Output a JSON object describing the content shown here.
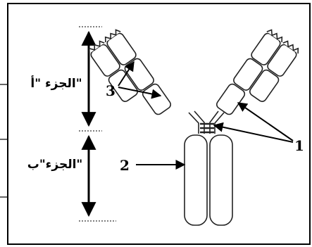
{
  "labels": {
    "part_a": "الجزء \"أ\"",
    "part_b": "الجزء\"ب\"",
    "n1": "1",
    "n2": "2",
    "n3": "3"
  }
}
